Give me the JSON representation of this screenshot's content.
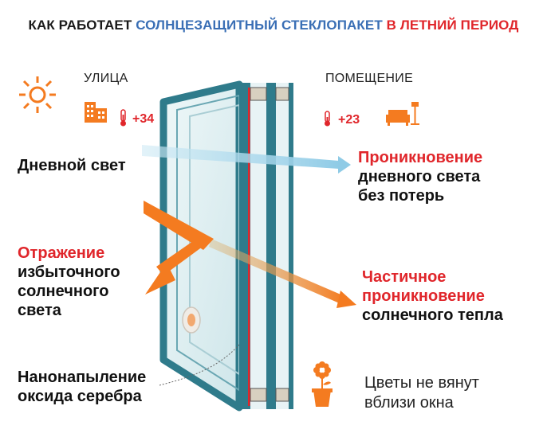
{
  "title": {
    "part1": "КАК РАБОТАЕТ",
    "part2": "СОЛНЦЕЗАЩИТНЫЙ СТЕКЛОПАКЕТ",
    "part3": "В ЛЕТНИЙ ПЕРИОД"
  },
  "outside": {
    "label": "УЛИЦА",
    "temperature": "+34",
    "icons": [
      "sun-icon",
      "building-icon",
      "thermometer-icon"
    ]
  },
  "inside": {
    "label": "ПОМЕЩЕНИЕ",
    "temperature": "+23",
    "icons": [
      "thermometer-icon",
      "sofa-lamp-icon"
    ]
  },
  "daylight": {
    "label": "Дневной свет"
  },
  "penetration": {
    "line1": "Проникновение",
    "line2": "дневного света",
    "line3": "без потерь"
  },
  "reflection": {
    "line1": "Отражение",
    "line2": "избыточного",
    "line3": "солнечного",
    "line4": "света"
  },
  "heat": {
    "line1": "Частичное",
    "line2": "проникновение",
    "line3": "солнечного тепла"
  },
  "coating": {
    "line1": "Нанонапыление",
    "line2": "оксида серебра"
  },
  "flowers": {
    "line1": "Цветы не вянут",
    "line2": "вблизи окна",
    "icon": "flower-pot-icon"
  },
  "colors": {
    "red": "#e0262b",
    "blue": "#3a6fb5",
    "orange": "#f47b20",
    "frame": "#2f7b8b",
    "glass": "#d9ecef"
  }
}
